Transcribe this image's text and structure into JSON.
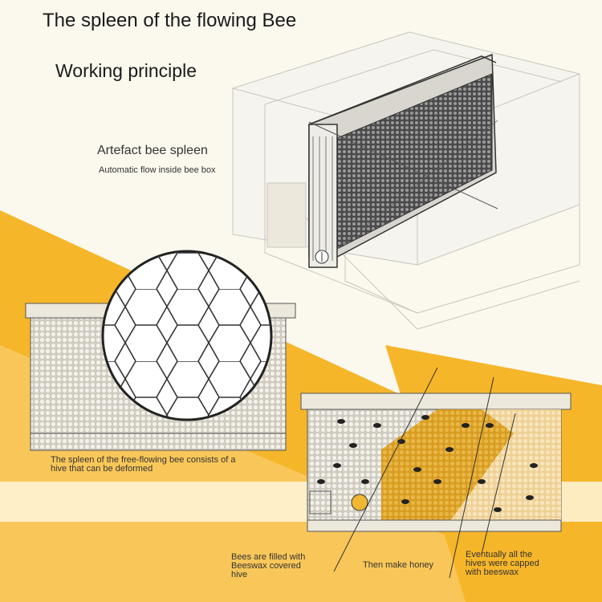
{
  "title": "The spleen of the flowing Bee",
  "subtitle": "Working principle",
  "box_label": "Artefact bee spleen",
  "box_sublabel": "Automatic flow inside bee box",
  "captions": {
    "frame": [
      "The spleen of the free-flowing bee consists of a",
      "hive that can be deformed"
    ],
    "filled": [
      "Bees are filled with",
      "Beeswax covered",
      "hive"
    ],
    "honey": [
      "Then make honey"
    ],
    "capped": [
      "Eventually all the",
      "hives were capped",
      "with beeswax"
    ]
  },
  "colors": {
    "background": "#fbf8ee",
    "orange_band": "#f6b62a",
    "honey": "#e4ad2c",
    "frame_fill": "#ece8dc"
  }
}
